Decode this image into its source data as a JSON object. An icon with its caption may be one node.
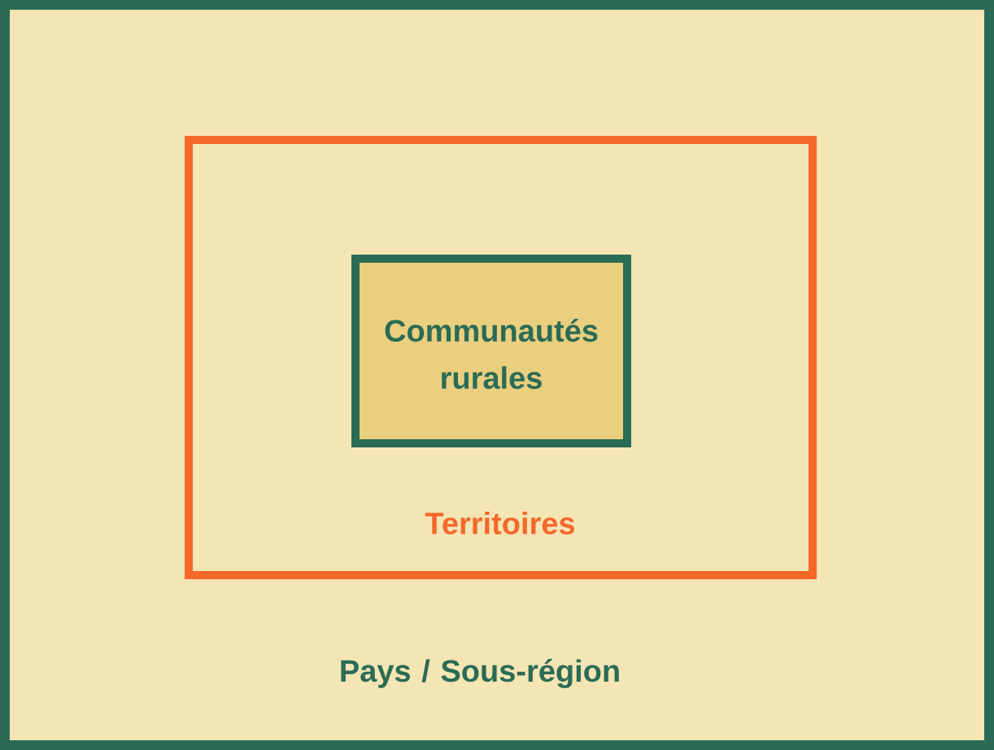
{
  "diagram": {
    "nodes": [
      {
        "text": [
          "Pays / Sous-région"
        ]
      },
      {
        "text": [
          "Territoires"
        ],
        "in": 0
      },
      {
        "text": [
          "Communautés rurales"
        ],
        "in": 1
      }
    ]
  }
}
